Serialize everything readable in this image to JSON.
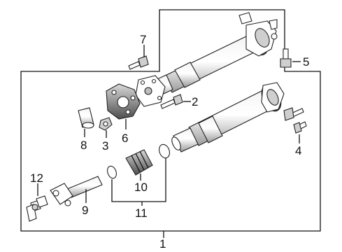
{
  "diagram": {
    "callouts": {
      "c1": "1",
      "c2": "2",
      "c3": "3",
      "c4": "4",
      "c5": "5",
      "c6": "6",
      "c7": "7",
      "c8": "8",
      "c9": "9",
      "c10": "10",
      "c11": "11",
      "c12": "12"
    },
    "colors": {
      "ink": "#111111",
      "fill": "#ffffff",
      "shade": "#bdbdbd",
      "dark": "#6e6e6e"
    }
  }
}
